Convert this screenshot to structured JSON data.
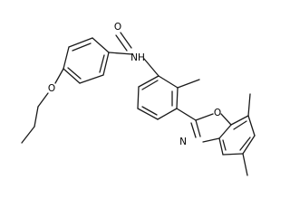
{
  "diagram": {
    "type": "chemical-structure",
    "atoms": {
      "carbonyl_oxygen": "O",
      "amide_nitrogen": "N",
      "amide_hydrogen": "H",
      "ether_oxygen": "O",
      "oxazole_oxygen": "O",
      "oxazole_nitrogen": "N"
    },
    "colors": {
      "bond": "#1a1a1a",
      "label": "#000000",
      "background": "#ffffff"
    }
  }
}
